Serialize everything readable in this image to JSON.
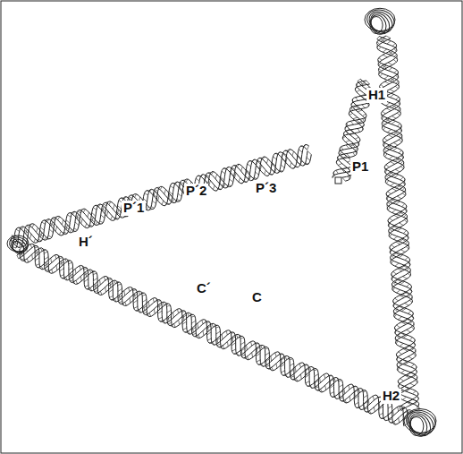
{
  "diagram": {
    "labels": [
      "H1",
      "P1",
      "P´3",
      "P´2",
      "P´1",
      "H´",
      "C´",
      "C",
      "H2"
    ]
  }
}
